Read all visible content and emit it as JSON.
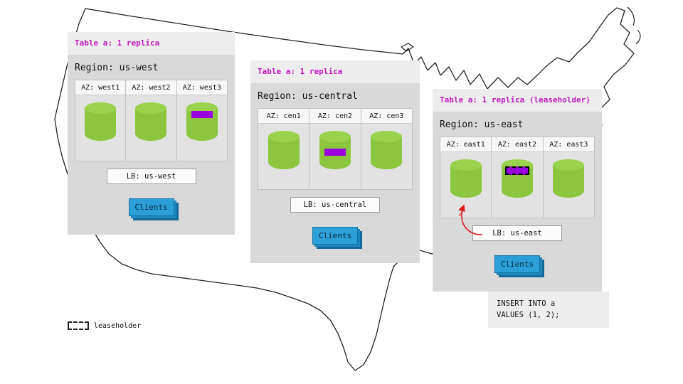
{
  "colors": {
    "cylinder_green": "#8bc63e",
    "replica_purple": "#9a00dd",
    "clients_blue": "#2d9fd8",
    "table_label_magenta": "#c018c0",
    "arrow_red": "#e11820",
    "panel_gray": "#d9d9d9"
  },
  "regions": [
    {
      "table_label": "Table a: 1 replica",
      "region_label": "Region: us-west",
      "azs": [
        {
          "label": "AZ: west1"
        },
        {
          "label": "AZ: west2"
        },
        {
          "label": "AZ: west3"
        }
      ],
      "lb_label": "LB: us-west",
      "clients_label": "Clients"
    },
    {
      "table_label": "Table a: 1 replica",
      "region_label": "Region: us-central",
      "azs": [
        {
          "label": "AZ: cen1"
        },
        {
          "label": "AZ: cen2"
        },
        {
          "label": "AZ: cen3"
        }
      ],
      "lb_label": "LB: us-central",
      "clients_label": "Clients"
    },
    {
      "table_label": "Table a: 1 replica (leaseholder)",
      "region_label": "Region: us-east",
      "azs": [
        {
          "label": "AZ: east1"
        },
        {
          "label": "AZ: east2"
        },
        {
          "label": "AZ: east3"
        }
      ],
      "lb_label": "LB: us-east",
      "clients_label": "Clients",
      "annotation": "2"
    }
  ],
  "insert_box": {
    "line1": "INSERT INTO a",
    "line2": "VALUES (1, 2);"
  },
  "legend": {
    "label": "leaseholder"
  }
}
